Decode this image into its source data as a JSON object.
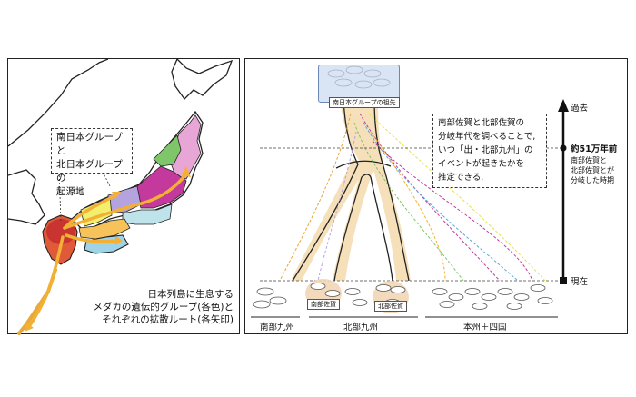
{
  "left": {
    "origin_callout": [
      "南日本グループと",
      "北日本グループの",
      "起源地"
    ],
    "caption": [
      "日本列島に生息する",
      "メダカの遺伝的グループ(各色)と",
      "それぞれの拡散ルート(各矢印)"
    ]
  },
  "right": {
    "ancestor_label": "南日本グループの祖先",
    "callout": [
      "南部佐賀と北部佐賀の",
      "分岐年代を調べることで,",
      "いつ「出・北部九州」の",
      "イベントが起きたかを",
      "推定できる."
    ],
    "axis": {
      "past": "過去",
      "present": "現在",
      "divergence_time": "約51万年前",
      "divergence_note": [
        "南部佐賀と",
        "北部佐賀とが",
        "分岐した時期"
      ]
    },
    "population_labels": {
      "south_saga": "南部佐賀",
      "north_saga": "北部佐賀"
    },
    "regions": {
      "south_kyushu": "南部九州",
      "north_kyushu": "北部九州",
      "honshu_shikoku": "本州＋四国"
    }
  }
}
